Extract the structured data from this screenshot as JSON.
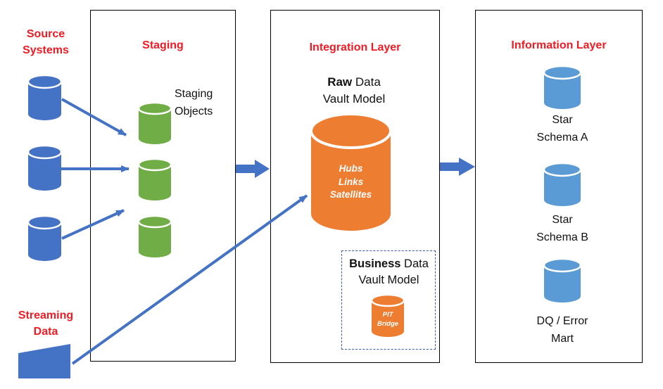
{
  "colors": {
    "primary_blue": "#4472C4",
    "green": "#70AD47",
    "orange": "#ED7D31",
    "light_blue": "#5B9BD5",
    "heading_red": "#EE1C25",
    "text_black": "#111111",
    "box_border": "#000000",
    "dashed_border": "#3A5BA9"
  },
  "source": {
    "title": [
      "Source",
      "Systems"
    ]
  },
  "streaming": {
    "title": [
      "Streaming",
      "Data"
    ]
  },
  "staging": {
    "title": "Staging",
    "objects_label": [
      "Staging",
      "Objects"
    ]
  },
  "integration": {
    "title": "Integration Layer",
    "raw_vault": {
      "title_bold": "Raw",
      "title_rest": " Data",
      "title_line2": "Vault Model",
      "contents": [
        "Hubs",
        "Links",
        "Satellites"
      ]
    },
    "business_vault": {
      "title_bold": "Business",
      "title_rest": " Data",
      "title_line2": "Vault Model",
      "contents": [
        "PIT",
        "Bridge"
      ]
    }
  },
  "information": {
    "title": "Information Layer",
    "marts": [
      [
        "Star",
        "Schema A"
      ],
      [
        "Star",
        "Schema B"
      ],
      [
        "DQ / Error",
        "Mart"
      ]
    ]
  }
}
